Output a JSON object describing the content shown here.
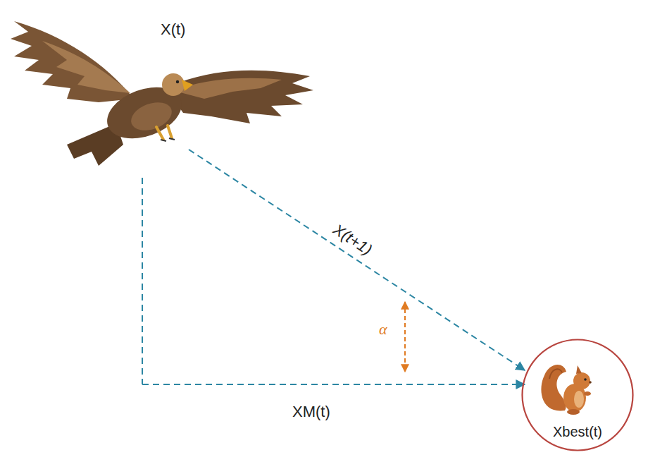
{
  "diagram": {
    "nodes": [
      {
        "text": [
          "Xbest(t)"
        ]
      }
    ],
    "labels": [
      "X(t)",
      "X(t+1)",
      "α",
      "XM(t)"
    ]
  }
}
